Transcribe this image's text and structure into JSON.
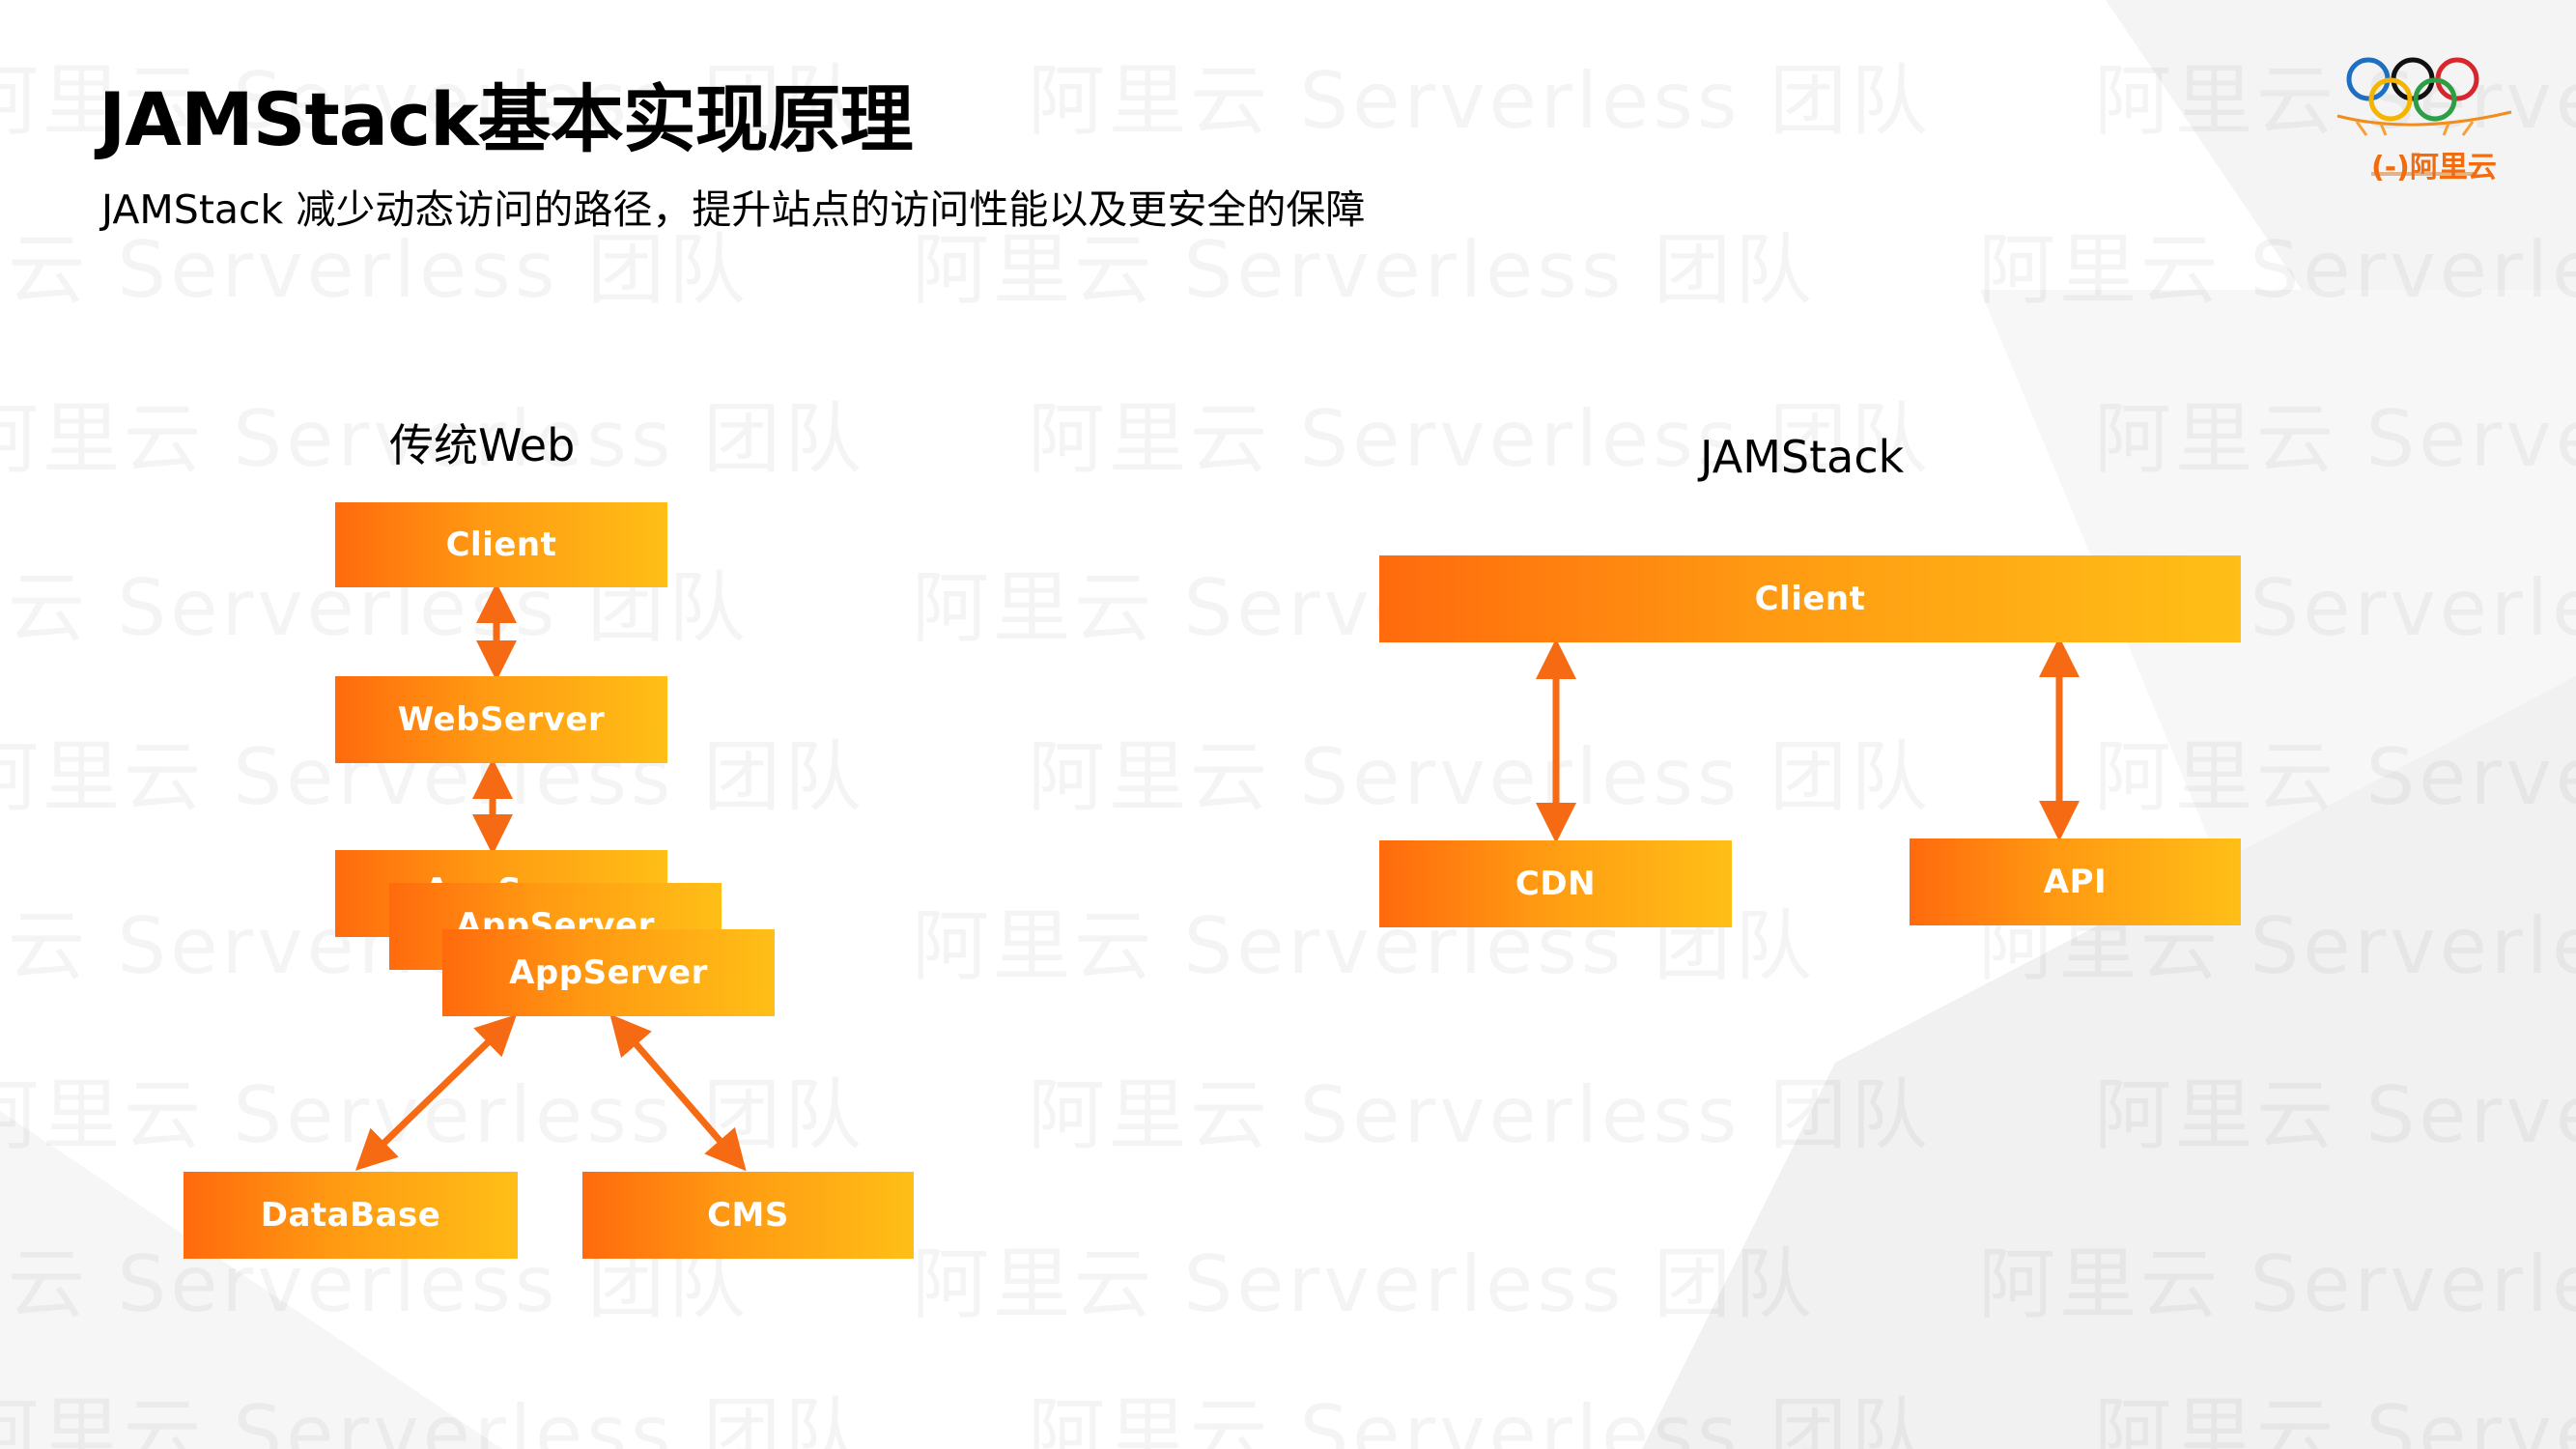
{
  "slide": {
    "title": "JAMStack基本实现原理",
    "subtitle": "JAMStack 减少动态访问的路径，提升站点的访问性能以及更安全的保障",
    "watermark_text": "阿里云 Serverless 团队"
  },
  "logo": {
    "text": "(-)阿里云",
    "icon": "olympic-rings-icon",
    "brand_color": "#f26b0f"
  },
  "traditional": {
    "label": "传统Web",
    "client": "Client",
    "webserver": "WebServer",
    "appservers": [
      "AppServer",
      "AppServer",
      "AppServer"
    ],
    "database": "DataBase",
    "cms": "CMS"
  },
  "jamstack": {
    "label": "JAMStack",
    "client": "Client",
    "cdn": "CDN",
    "api": "API"
  },
  "colors": {
    "box_gradient_start": "#ff6a0d",
    "box_gradient_end": "#ffbf17",
    "arrow": "#f56a12"
  }
}
